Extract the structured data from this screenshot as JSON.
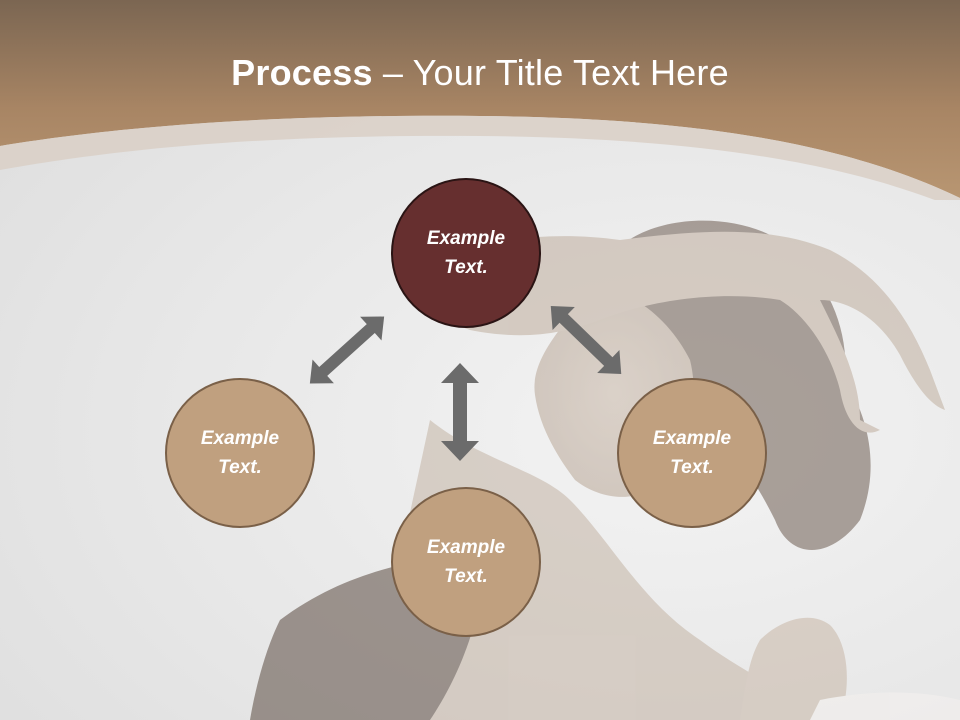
{
  "title": {
    "bold": "Process",
    "rest": " – Your Title Text Here"
  },
  "circles": {
    "top": "Example\nText.",
    "left": "Example\nText.",
    "right": "Example\nText.",
    "bottom": "Example\nText."
  },
  "colors": {
    "header_brown": "#a88564",
    "accent_dark": "#662f2f",
    "circle_tan": "#c0a07f",
    "arrow_gray": "#6b6b6b"
  },
  "icons": {
    "arrow_left": "double-arrow-diagonal",
    "arrow_right": "double-arrow-diagonal",
    "arrow_center": "double-arrow-vertical"
  }
}
